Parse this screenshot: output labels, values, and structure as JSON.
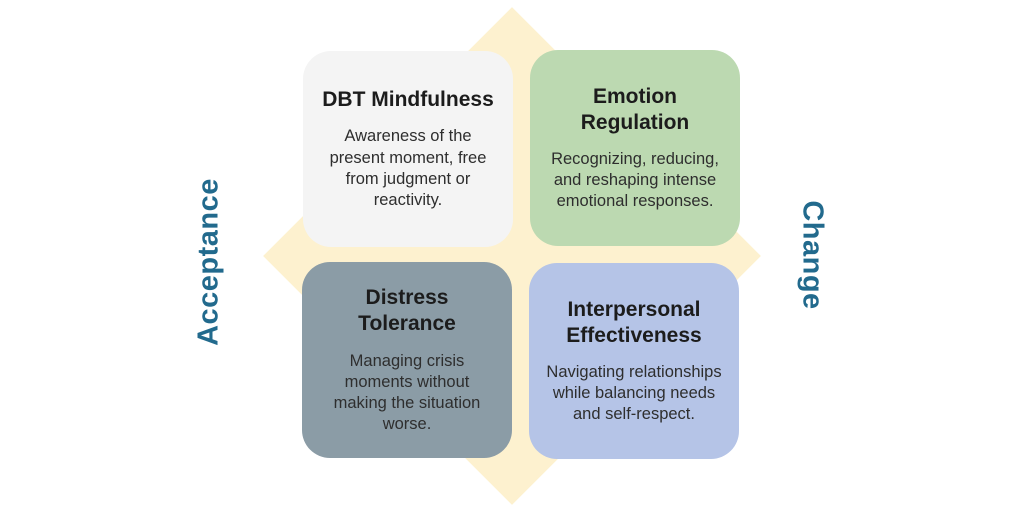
{
  "diagram": {
    "title_semantic": "DBT skills quadrant diagram",
    "axes": {
      "left_label": "Acceptance",
      "right_label": "Change"
    },
    "quadrants": [
      {
        "position": "top-left",
        "title": "DBT Mindfulness",
        "description": "Awareness of the present moment, free from judgment or reactivity.",
        "bg": "#f4f4f4"
      },
      {
        "position": "top-right",
        "title": "Emotion Regulation",
        "description": "Recognizing, reducing, and reshaping intense emotional responses.",
        "bg": "#bcd9b1"
      },
      {
        "position": "bottom-left",
        "title": "Distress Tolerance",
        "description": "Managing crisis moments without making the situation worse.",
        "bg": "#8b9ca6"
      },
      {
        "position": "bottom-right",
        "title": "Interpersonal Effectiveness",
        "description": "Navigating relationships while balancing needs and self-respect.",
        "bg": "#b5c4e7"
      }
    ],
    "colors": {
      "diamond_background": "#fdf1cf",
      "axis_label_text": "#226a8d",
      "quadrant_title_text": "#1c1c1c",
      "quadrant_body_text": "#2e2e2e",
      "page_background": "#ffffff"
    }
  }
}
